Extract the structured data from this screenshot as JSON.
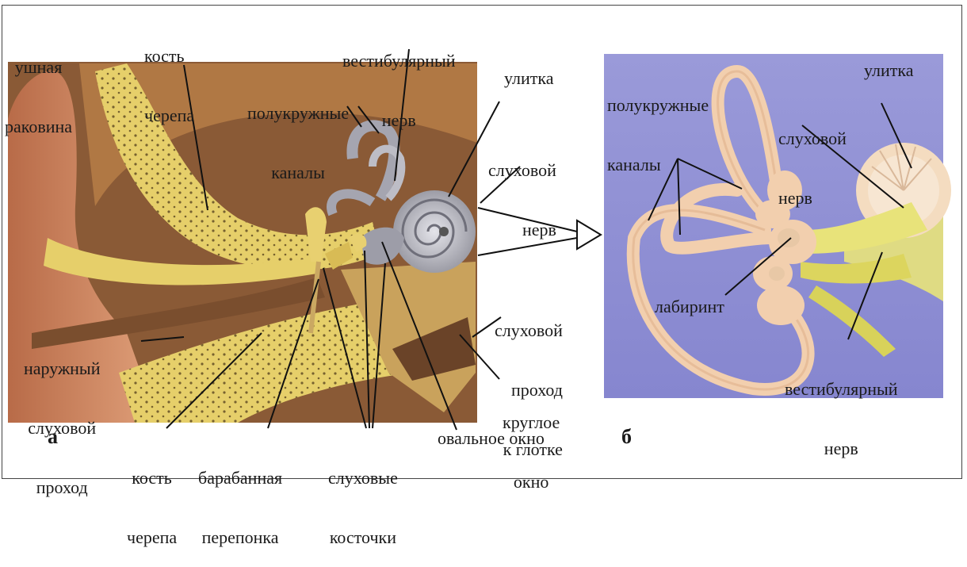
{
  "panels": {
    "a": "а",
    "b": "б"
  },
  "labels_a": {
    "auricle": [
      "ушная",
      "раковина"
    ],
    "skull_bone_top": [
      "кость",
      "черепа"
    ],
    "vestibular_nerve": [
      "вестибулярный",
      "нерв"
    ],
    "semicircular_canals": [
      "полукружные",
      "каналы"
    ],
    "cochlea": "улитка",
    "auditory_nerve": [
      "слуховой",
      "нерв"
    ],
    "auditory_tube": [
      "слуховой",
      "проход",
      "к глотке"
    ],
    "outer_canal": [
      "наружный",
      "слуховой",
      "проход"
    ],
    "round_window": [
      "круглое",
      "окно"
    ],
    "skull_bone_bottom": [
      "кость",
      "черепа"
    ],
    "eardrum": [
      "барабанная",
      "перепонка"
    ],
    "ossicles": [
      "слуховые",
      "косточки"
    ],
    "oval_window": "овальное окно"
  },
  "labels_b": {
    "semicircular_canals": [
      "полукружные",
      "каналы"
    ],
    "cochlea": "улитка",
    "auditory_nerve": [
      "слуховой",
      "нерв"
    ],
    "labyrinth": "лабиринт",
    "vestibular_nerve": [
      "вестибулярный",
      "нерв"
    ]
  },
  "colors": {
    "bone": "#e6cf6a",
    "bone_dots": "#5a4520",
    "skin": "#c9875f",
    "canal": "#7a5a3a",
    "cochlea_gray": "#a9a9b3",
    "panel_b_bg": "#8f8fd6",
    "labyrinth": "#f2cfae",
    "nerve": "#e8e37a",
    "leader": "#111111"
  }
}
